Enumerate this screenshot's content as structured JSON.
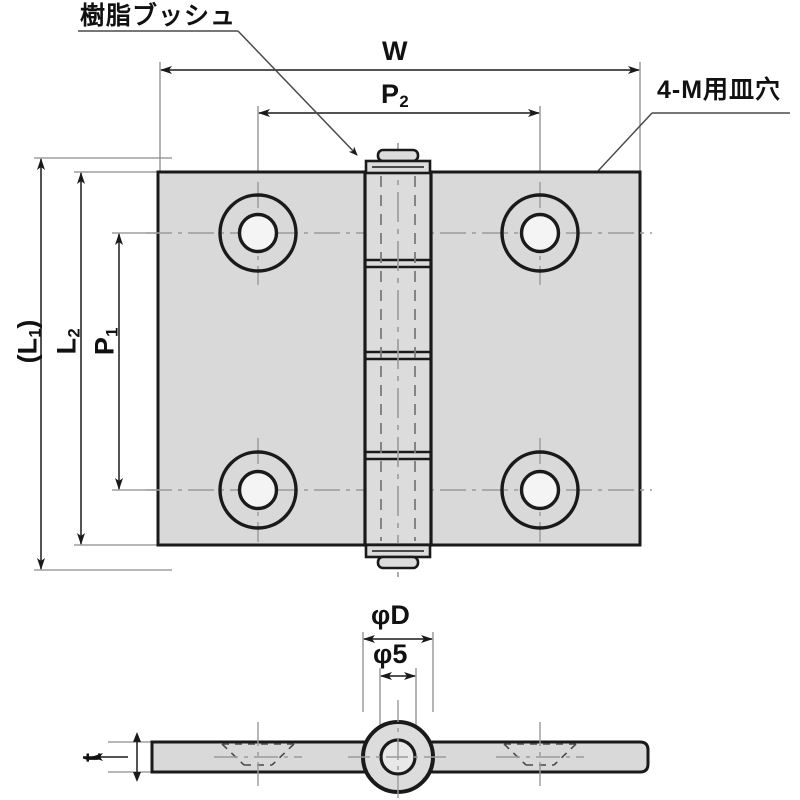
{
  "drawing": {
    "title_note_top_left": "樹脂ブッシュ",
    "title_note_top_right": "4-M用皿穴",
    "dimensions": {
      "width_overall": "W",
      "hole_pitch_horizontal_main": "P",
      "hole_pitch_horizontal_sub": "2",
      "length_overall_ref_main": "L",
      "length_overall_ref_sub": "1",
      "length_overall_ref_open": "(",
      "length_overall_ref_close": ")",
      "leaf_length_main": "L",
      "leaf_length_sub": "2",
      "hole_pitch_vertical_main": "P",
      "hole_pitch_vertical_sub": "1",
      "pin_outer_diameter": "φD",
      "pin_inner_diameter": "φ5",
      "plate_thickness": "t"
    },
    "colors": {
      "plate_fill": "#d9d9d9",
      "knuckle_fill": "#dcdcdc",
      "outline": "#1a1a1a",
      "thin_line": "#8c8c8c",
      "center_line": "#9a9a9a",
      "background": "#ffffff"
    }
  }
}
